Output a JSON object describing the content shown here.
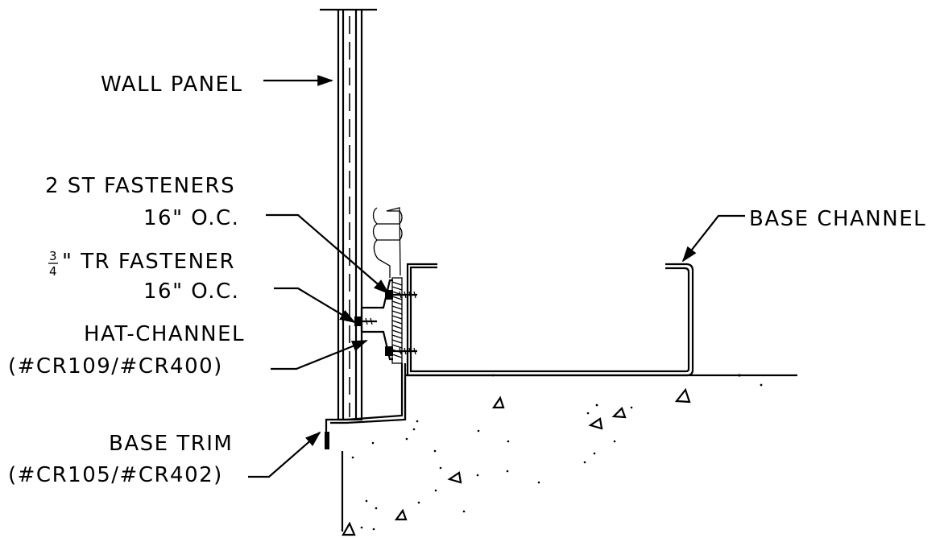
{
  "labels": {
    "wall_panel": "WALL PANEL",
    "st_fasteners_line1": "2 ST FASTENERS",
    "st_fasteners_line2": "16\" O.C.",
    "tr_fraction_num": "3",
    "tr_fraction_den": "4",
    "tr_fastener_line1": "\" TR FASTENER",
    "tr_fastener_line2": "16\" O.C.",
    "hat_channel_line1": "HAT-CHANNEL",
    "hat_channel_line2": "(#CR109/#CR400)",
    "base_trim_line1": "BASE TRIM",
    "base_trim_line2": "(#CR105/#CR402)",
    "base_channel": "BASE CHANNEL"
  }
}
